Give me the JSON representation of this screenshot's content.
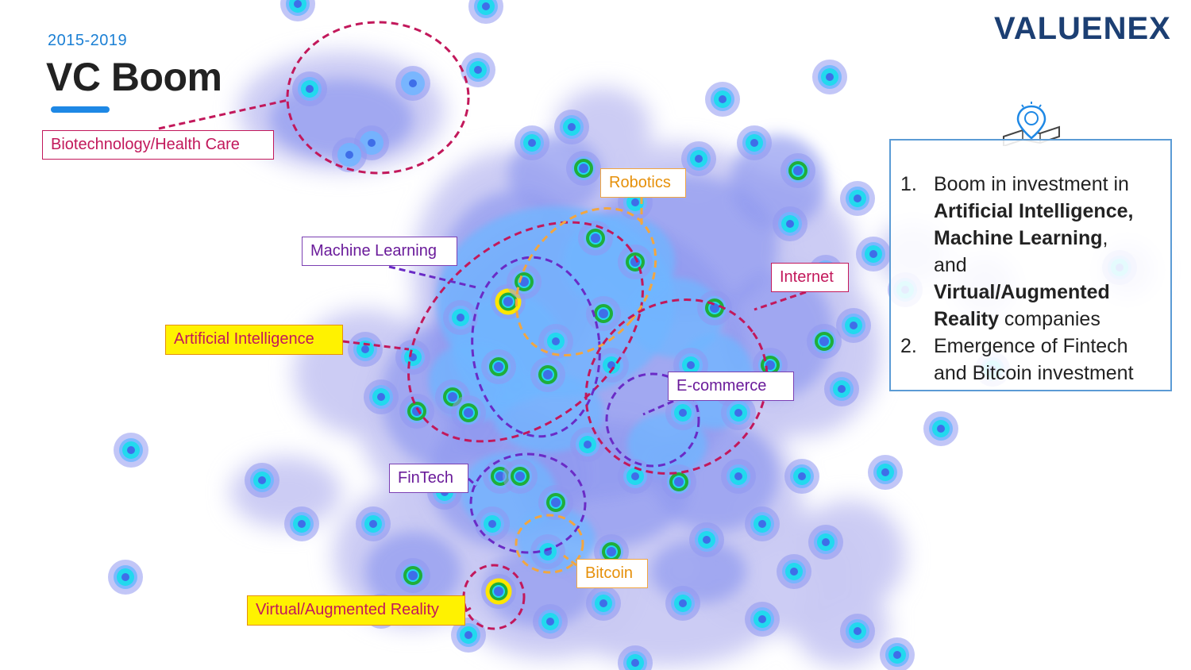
{
  "header": {
    "period": "2015-2019",
    "title": "VC Boom"
  },
  "brand": {
    "logo_text": "VALUENEX",
    "logo_color": "#1c3f73"
  },
  "map": {
    "background": "#ffffff",
    "palette": {
      "outer_lavender": "#c9c9f3",
      "mid_periwinkle": "#8f98f0",
      "light_blue": "#6fb6ff",
      "cyan": "#22d9ee",
      "green": "#1fae3a",
      "yellow": "#ffe600"
    },
    "labels": [
      {
        "id": "biotech",
        "text": "Biotechnology/Health Care",
        "text_color": "#c2185b",
        "border_color": "#c2185b",
        "fill": "white"
      },
      {
        "id": "robotics",
        "text": "Robotics",
        "text_color": "#e6900a",
        "border_color": "#f2a640",
        "fill": "white"
      },
      {
        "id": "machine_learning",
        "text": "Machine Learning",
        "text_color": "#6a1b9a",
        "border_color": "#7b3fb3",
        "fill": "white"
      },
      {
        "id": "internet",
        "text": "Internet",
        "text_color": "#c2185b",
        "border_color": "#c2185b",
        "fill": "white"
      },
      {
        "id": "artificial_intelligence",
        "text": "Artificial Intelligence",
        "text_color": "#c2185b",
        "border_color": "#e6900a",
        "fill": "yellow"
      },
      {
        "id": "ecommerce",
        "text": "E-commerce",
        "text_color": "#6a1b9a",
        "border_color": "#7b3fb3",
        "fill": "white"
      },
      {
        "id": "fintech",
        "text": "FinTech",
        "text_color": "#6a1b9a",
        "border_color": "#7b3fb3",
        "fill": "white"
      },
      {
        "id": "bitcoin",
        "text": "Bitcoin",
        "text_color": "#e6900a",
        "border_color": "#f2a640",
        "fill": "white"
      },
      {
        "id": "vr_ar",
        "text": "Virtual/Augmented Reality",
        "text_color": "#c2185b",
        "border_color": "#e6900a",
        "fill": "yellow"
      }
    ],
    "cluster_colors": {
      "magenta": "#c2185b",
      "purple": "#6a2bc6",
      "orange": "#f2a640"
    }
  },
  "info": {
    "icon": "lightbulb-map-pin-icon",
    "items": [
      {
        "number": "1.",
        "lines": [
          {
            "parts": [
              {
                "text": "Boom in investment in",
                "bold": false
              }
            ]
          },
          {
            "parts": [
              {
                "text": "Artificial Intelligence,",
                "bold": true
              }
            ]
          },
          {
            "parts": [
              {
                "text": "Machine Learning",
                "bold": true
              },
              {
                "text": ",",
                "bold": false
              }
            ]
          },
          {
            "parts": [
              {
                "text": "and",
                "bold": false
              }
            ]
          },
          {
            "parts": [
              {
                "text": "Virtual/Augmented",
                "bold": true
              }
            ]
          },
          {
            "parts": [
              {
                "text": "Reality",
                "bold": true
              },
              {
                "text": " companies",
                "bold": false
              }
            ]
          }
        ]
      },
      {
        "number": "2.",
        "lines": [
          {
            "parts": [
              {
                "text": "Emergence of Fintech",
                "bold": false
              }
            ]
          },
          {
            "parts": [
              {
                "text": "and Bitcoin investment",
                "bold": false
              }
            ]
          }
        ]
      }
    ]
  }
}
